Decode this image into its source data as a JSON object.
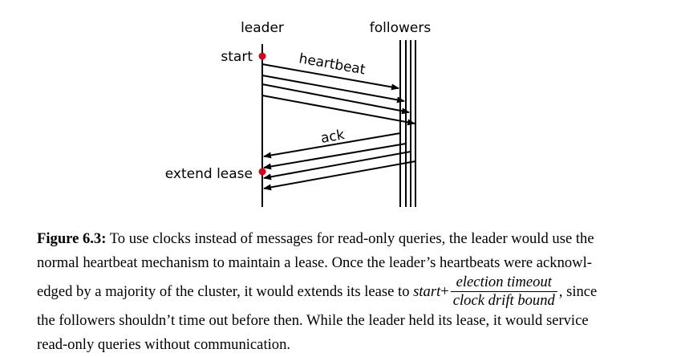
{
  "diagram": {
    "leader_label": "leader",
    "followers_label": "followers",
    "start_label": "start",
    "heartbeat_label": "heartbeat",
    "ack_label": "ack",
    "extend_lease_label": "extend lease",
    "marker_color": "#d0021b"
  },
  "caption": {
    "figure_label": "Figure 6.3:",
    "line1": "To use clocks instead of messages for read-only queries, the leader would use the",
    "line2": "normal heartbeat mechanism to maintain a lease. Once the leader’s heartbeats were acknowl-",
    "line3_pre": "edged by a majority of the cluster, it would extends its lease to",
    "math_start": "start",
    "math_plus": "+",
    "frac_num": "election timeout",
    "frac_den": "clock drift bound",
    "line3_post": ", since",
    "line4": "the followers shouldn’t time out before then. While the leader held its lease, it would service",
    "line5": "read-only queries without communication."
  }
}
